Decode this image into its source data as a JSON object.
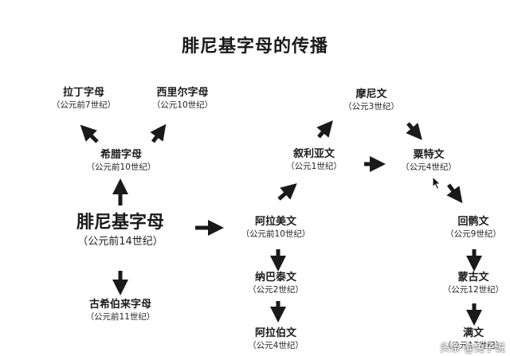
{
  "title": "腓尼基字母的传播",
  "nodes": {
    "phoenician": {
      "name": "腓尼基字母",
      "era": "（公元前14世纪）"
    },
    "greek": {
      "name": "希腊字母",
      "era": "（公元前10世纪）"
    },
    "latin": {
      "name": "拉丁字母",
      "era": "（公元前7世纪）"
    },
    "cyrillic": {
      "name": "西里尔字母",
      "era": "（公元10世纪）"
    },
    "hebrew": {
      "name": "古希伯来字母",
      "era": "（公元前11世纪）"
    },
    "aramaic": {
      "name": "阿拉美文",
      "era": "（公元前10世纪）"
    },
    "syriac": {
      "name": "叙利亚文",
      "era": "（公元1世纪）"
    },
    "manichaean": {
      "name": "摩尼文",
      "era": "（公元3世纪）"
    },
    "sogdian": {
      "name": "粟特文",
      "era": "（公元4世纪）"
    },
    "uyghur": {
      "name": "回鹘文",
      "era": "（公元9世纪）"
    },
    "mongolian": {
      "name": "蒙古文",
      "era": "（公元12世纪）"
    },
    "manchu": {
      "name": "满文",
      "era": "（公元17世纪）"
    },
    "nabataean": {
      "name": "纳巴泰文",
      "era": "（公元2世纪）"
    },
    "arabic": {
      "name": "阿拉伯文",
      "era": "（公元4世纪）"
    }
  },
  "watermark": "头条 @兔子说"
}
